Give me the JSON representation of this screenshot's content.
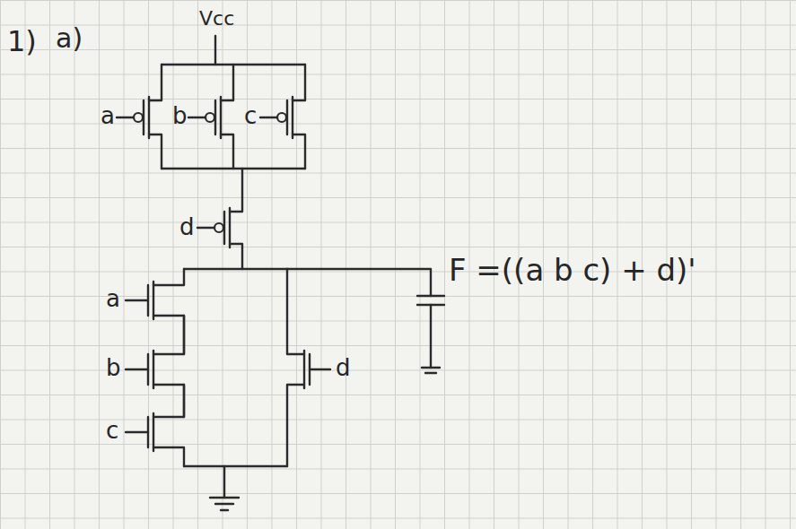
{
  "diagram": {
    "labels": [
      "1)",
      "a)",
      "Vcc",
      "a",
      "b",
      "c",
      "d",
      "a",
      "b",
      "c",
      "d",
      "F =((a b c) + d)'"
    ]
  }
}
